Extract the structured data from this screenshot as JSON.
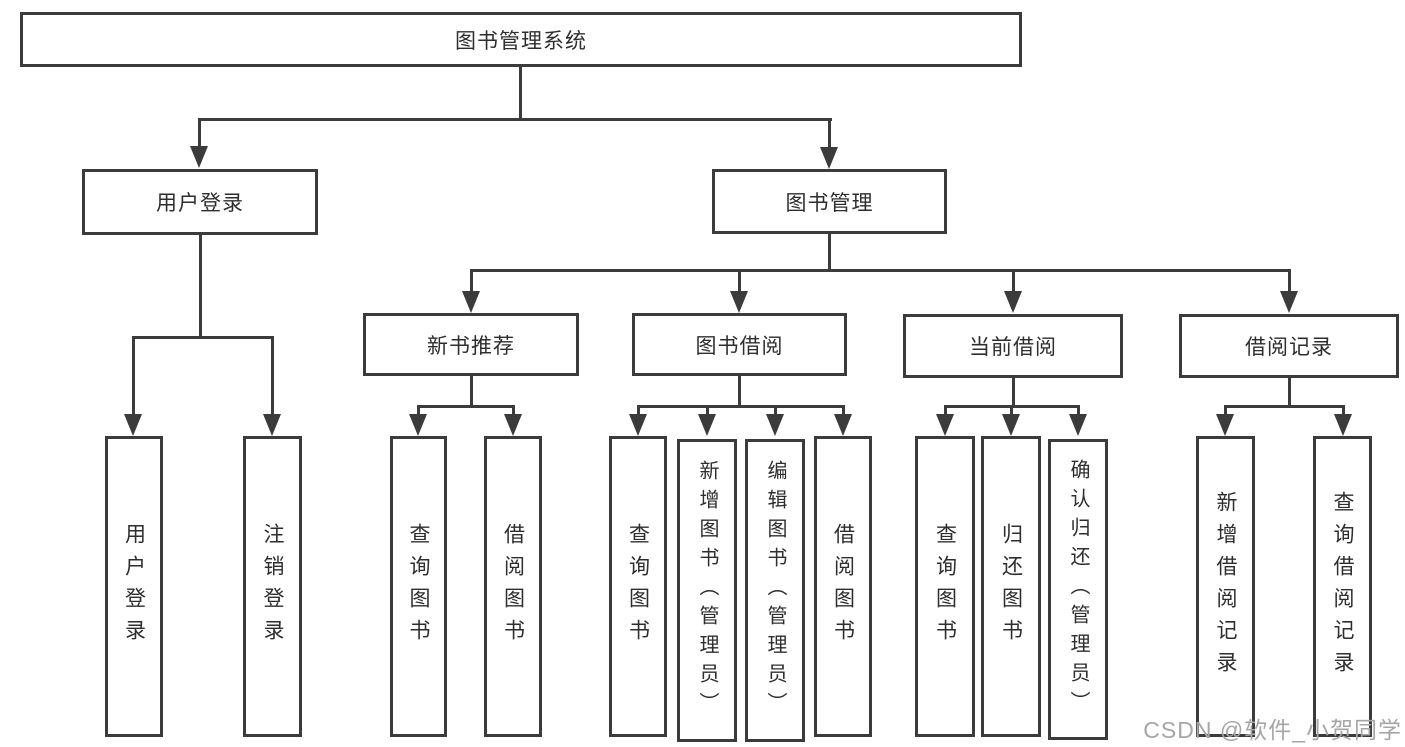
{
  "diagram": {
    "type": "hierarchy-tree",
    "root": {
      "label": "图书管理系统"
    },
    "branches": [
      {
        "label": "用户登录",
        "children": [
          {
            "label": "用户登录"
          },
          {
            "label": "注销登录"
          }
        ]
      },
      {
        "label": "图书管理",
        "children": [
          {
            "label": "新书推荐",
            "children": [
              {
                "label": "查询图书"
              },
              {
                "label": "借阅图书"
              }
            ]
          },
          {
            "label": "图书借阅",
            "children": [
              {
                "label": "查询图书"
              },
              {
                "label": "新增图书（管理员）"
              },
              {
                "label": "编辑图书（管理员）"
              },
              {
                "label": "借阅图书"
              }
            ]
          },
          {
            "label": "当前借阅",
            "children": [
              {
                "label": "查询图书"
              },
              {
                "label": "归还图书"
              },
              {
                "label": "确认归还（管理员）"
              }
            ]
          },
          {
            "label": "借阅记录",
            "children": [
              {
                "label": "新增借阅记录"
              },
              {
                "label": "查询借阅记录"
              }
            ]
          }
        ]
      }
    ]
  },
  "watermark": {
    "text": "CSDN @软件_小贺同学"
  },
  "colors": {
    "line": "#3b3b3b",
    "text": "#2e2e2e",
    "watermark": "#a6a6a6",
    "background": "#ffffff"
  }
}
